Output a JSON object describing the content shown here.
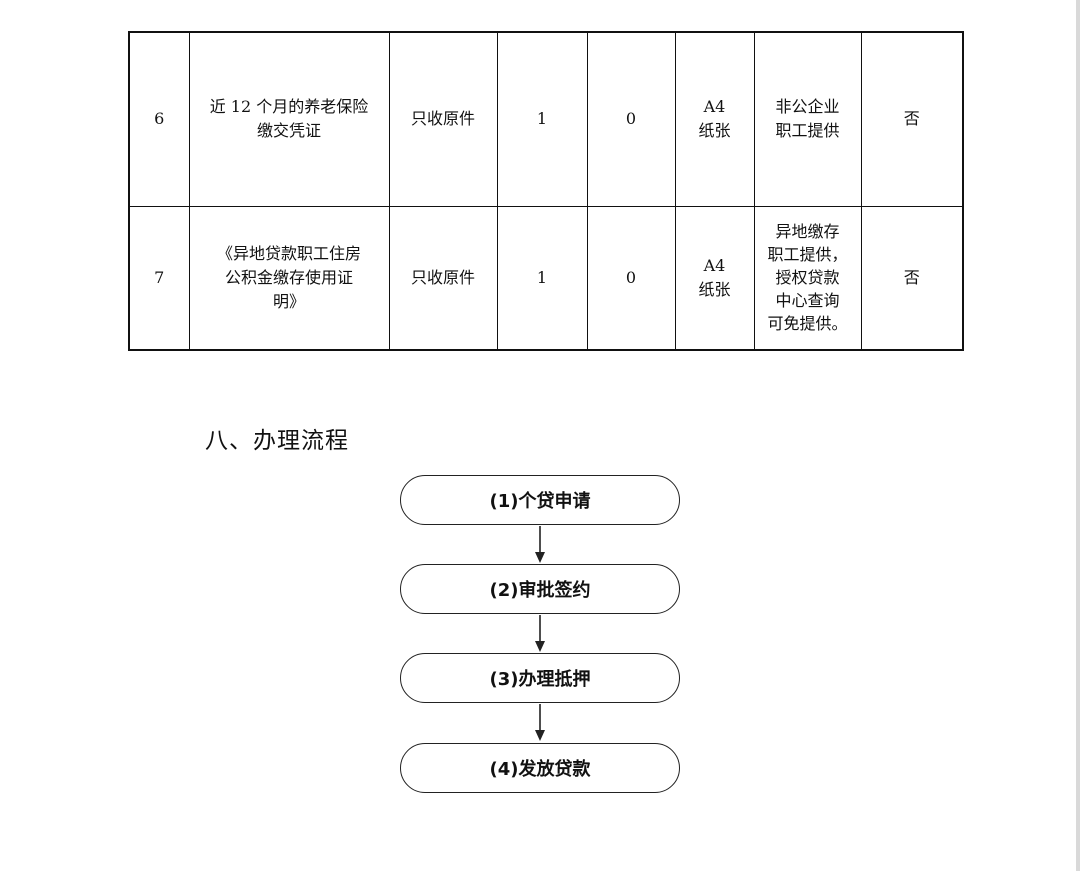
{
  "table": {
    "rows": [
      {
        "no": "6",
        "name": [
          "近 12 个月的养老保险",
          "缴交凭证"
        ],
        "form": "只收原件",
        "originals": "1",
        "copies": "0",
        "spec": [
          "A4",
          "纸张"
        ],
        "note": [
          "非公企业",
          "职工提供"
        ],
        "required": "否"
      },
      {
        "no": "7",
        "name": [
          "《异地贷款职工住房",
          "公积金缴存使用证",
          "明》"
        ],
        "form": "只收原件",
        "originals": "1",
        "copies": "0",
        "spec": [
          "A4",
          "纸张"
        ],
        "note": [
          "异地缴存",
          "职工提供，",
          "授权贷款",
          "中心查询",
          "可免提供。"
        ],
        "required": "否"
      }
    ]
  },
  "section": {
    "title": "八、办理流程"
  },
  "flow": {
    "steps": [
      "(1)个贷申请",
      "(2)审批签约",
      "(3)办理抵押",
      "(4)发放贷款"
    ]
  }
}
